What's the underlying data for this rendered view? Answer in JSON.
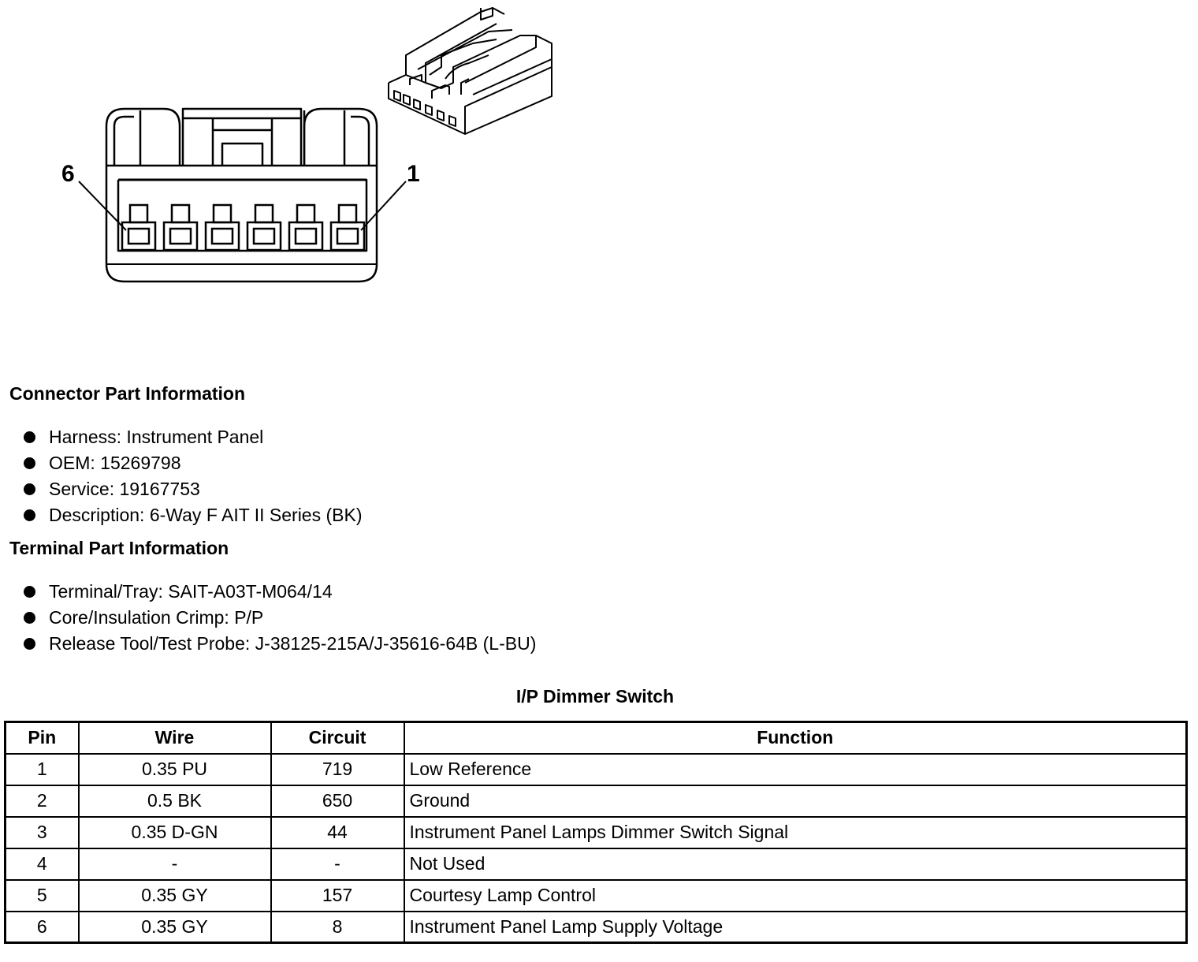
{
  "diagram": {
    "label_left": "6",
    "label_right": "1"
  },
  "connector_section": {
    "title": "Connector Part Information",
    "items": [
      "Harness: Instrument Panel",
      "OEM: 15269798",
      "Service: 19167753",
      "Description: 6-Way F AIT II Series (BK)"
    ]
  },
  "terminal_section": {
    "title": "Terminal Part Information",
    "items": [
      "Terminal/Tray: SAIT-A03T-M064/14",
      "Core/Insulation Crimp: P/P",
      "Release Tool/Test Probe: J-38125-215A/J-35616-64B (L-BU)"
    ]
  },
  "table": {
    "caption": "I/P Dimmer Switch",
    "headers": [
      "Pin",
      "Wire",
      "Circuit",
      "Function"
    ],
    "rows": [
      [
        "1",
        "0.35 PU",
        "719",
        "Low Reference"
      ],
      [
        "2",
        "0.5 BK",
        "650",
        "Ground"
      ],
      [
        "3",
        "0.35 D-GN",
        "44",
        "Instrument Panel Lamps Dimmer Switch Signal"
      ],
      [
        "4",
        "-",
        "-",
        "Not Used"
      ],
      [
        "5",
        "0.35 GY",
        "157",
        "Courtesy Lamp Control"
      ],
      [
        "6",
        "0.35 GY",
        "8",
        "Instrument Panel Lamp Supply Voltage"
      ]
    ]
  }
}
